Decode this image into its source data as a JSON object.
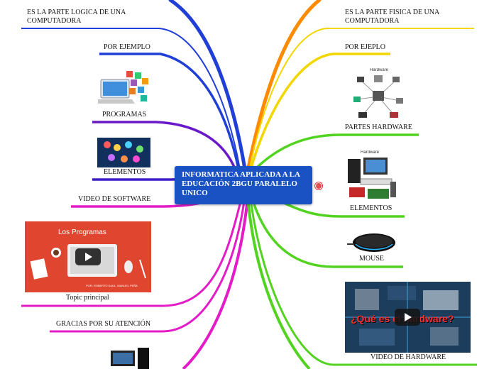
{
  "center": {
    "title": "INFORMATICA APLICADA A LA EDUCACIÓN 2BGU PARALELO UNICO"
  },
  "left": {
    "software_def": "ES LA PARTE LOGICA DE UNA COMPUTADORA",
    "example": "POR EJEMPLO",
    "programs": "PROGRAMAS",
    "elements": "ELEMENTOS",
    "video": "VIDEO DE SOFTWARE",
    "topic": "Topic principal",
    "thanks": "GRACIAS POR SU ATENCIÓN",
    "video_title": "Los Programas",
    "video_footer": "POR: ROBERTO KAUL, MANUEL PEÑA"
  },
  "right": {
    "hardware_def": "ES LA PARTE FISICA DE UNA COMPUTADORA",
    "example": "POR EJEPLO",
    "parts": "PARTES HARDWARE",
    "elements": "ELEMENTOS",
    "mouse": "MOUSE",
    "video": "VIDEO DE HARDWARE",
    "img_hardware_caption": "Hardware",
    "img_hardware_caption2": "Hardware",
    "video_title": "¿Qué es el hardware?"
  },
  "colors": {
    "blue": "#1f3fd6",
    "purple": "#6a19c9",
    "magenta": "#e31cc8",
    "orange": "#ff8a00",
    "yellow": "#f1d600",
    "green": "#53d321",
    "center_box": "#1a52c4"
  }
}
